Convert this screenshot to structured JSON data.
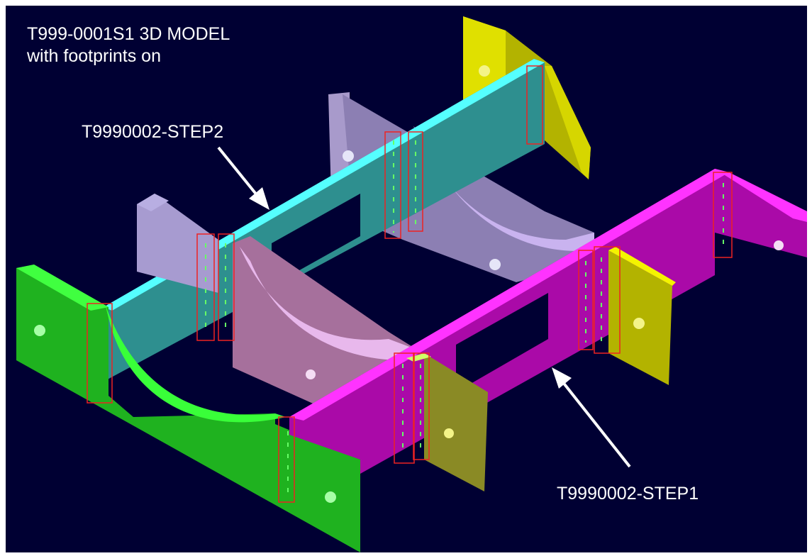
{
  "title": {
    "line1": "T999-0001S1 3D MODEL",
    "line2": "with footprints on"
  },
  "labels": {
    "step2": "T9990002-STEP2",
    "step1": "T9990002-STEP1"
  },
  "colors": {
    "background": "#000033",
    "green_plate": "#33ee33",
    "cyan_rail": "#44cccc",
    "magenta_rail": "#cc11cc",
    "lavender_plate": "#c4a6e0",
    "yellow_block": "#dddd00",
    "footprint_outline": "#ee2222",
    "arrow": "#ffffff"
  }
}
